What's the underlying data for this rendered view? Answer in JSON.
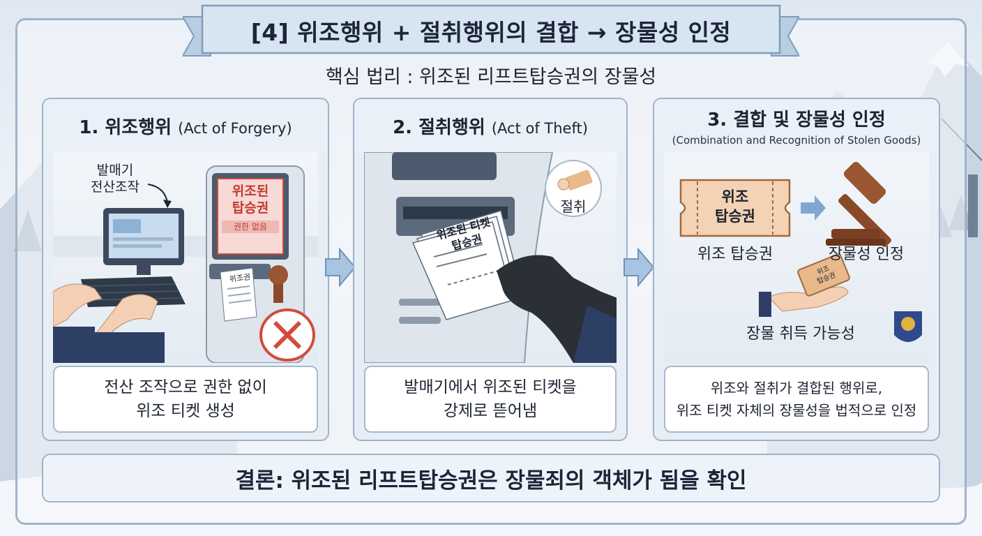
{
  "title": "[4] 위조행위 + 절취행위의 결합 → 장물성 인정",
  "subtitle": "핵심 법리 : 위조된 리프트탑승권의 장물성",
  "panels": [
    {
      "number_title": "1. 위조행위",
      "english": "(Act of Forgery)",
      "annotation": [
        "발매기",
        "전산조작"
      ],
      "screen_text": [
        "위조된",
        "탑승권",
        "권한 없음"
      ],
      "ticket_text": "위조권",
      "caption": [
        "전산 조작으로 권한 없이",
        "위조 티켓 생성"
      ]
    },
    {
      "number_title": "2. 절취행위",
      "english": "(Act of Theft)",
      "ticket_text": [
        "위조된 티켓",
        "탑승권"
      ],
      "theft_badge": "절취",
      "caption": [
        "발매기에서 위조된 티켓을",
        "강제로 뜯어냄"
      ]
    },
    {
      "number_title": "3. 결합 및 장물성 인정",
      "english": "(Combination and Recognition of Stolen Goods)",
      "ticket_label": [
        "위조",
        "탑승권"
      ],
      "ticket_caption": "위조 탑승권",
      "gavel_caption": "장물성 인정",
      "hand_ticket": [
        "위조",
        "탑승권"
      ],
      "hand_caption": "장물 취득 가능성",
      "caption": [
        "위조와 절취가 결합된 행위로,",
        "위조 티켓 자체의 장물성을 법적으로 인정"
      ]
    }
  ],
  "conclusion": "결론: 위조된 리프트탑승권은 장물죄의 객체가 됨을 확인",
  "colors": {
    "frame": "#9fb4cc",
    "banner_fill": "#d7e4f1",
    "arrow_blue": "#7fa7d0",
    "ticket": "#f3d3b3",
    "gavel": "#8a4a2a",
    "stamp_red": "#d34a3e"
  }
}
